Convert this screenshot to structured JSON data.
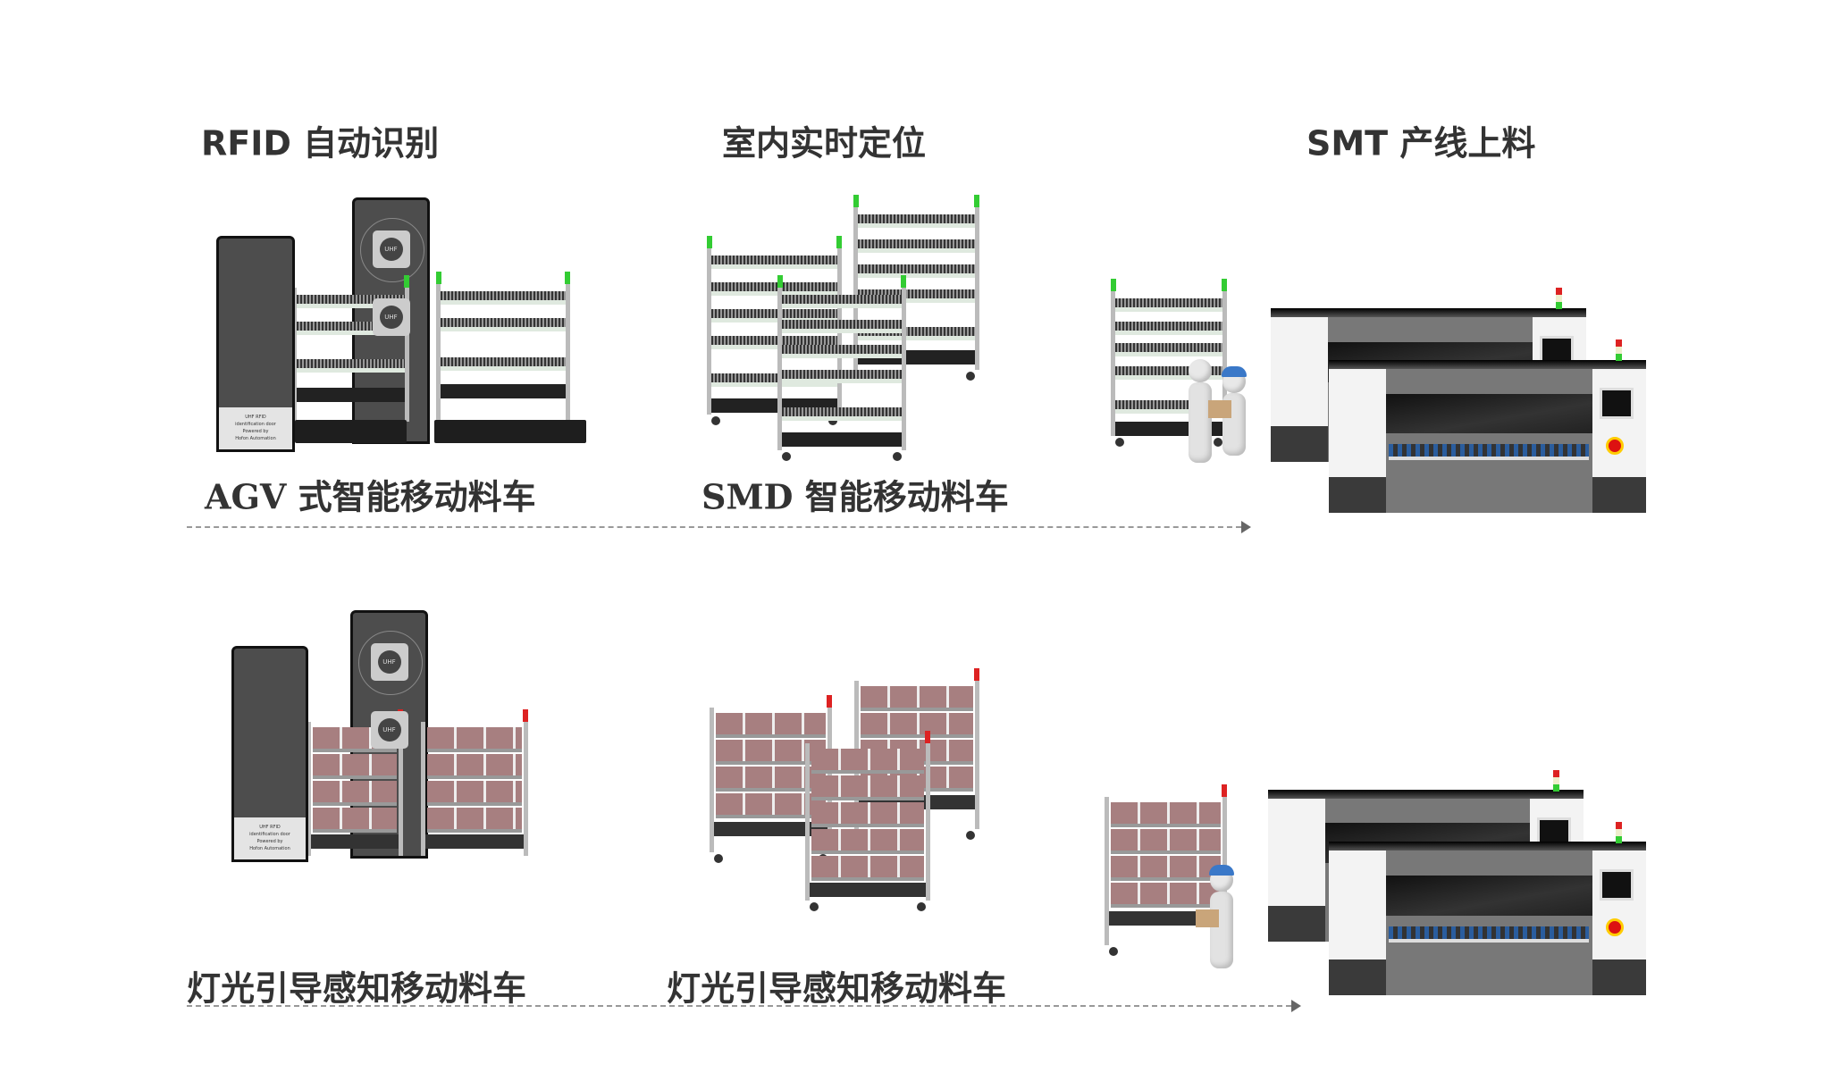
{
  "headings": {
    "rfid": "RFID 自动识别",
    "positioning": "室内实时定位",
    "smt": "SMT 产线上料"
  },
  "row1": {
    "agv_label": "AGV 式智能移动料车",
    "smd_label": "SMD 智能移动料车"
  },
  "row2": {
    "light_label_1": "灯光引导感知移动料车",
    "light_label_2": "灯光引导感知移动料车"
  },
  "door_text": {
    "line1": "UHF RFID",
    "line2": "identification door",
    "line3": "Powered by",
    "line4": "Hofon Automation",
    "reader": "UHF"
  },
  "colors": {
    "heading": "#333333",
    "door": "#4d4d4d",
    "feeder": "#2a5d9e",
    "lamp_green": "#33cc33",
    "lamp_red": "#dd2222"
  }
}
